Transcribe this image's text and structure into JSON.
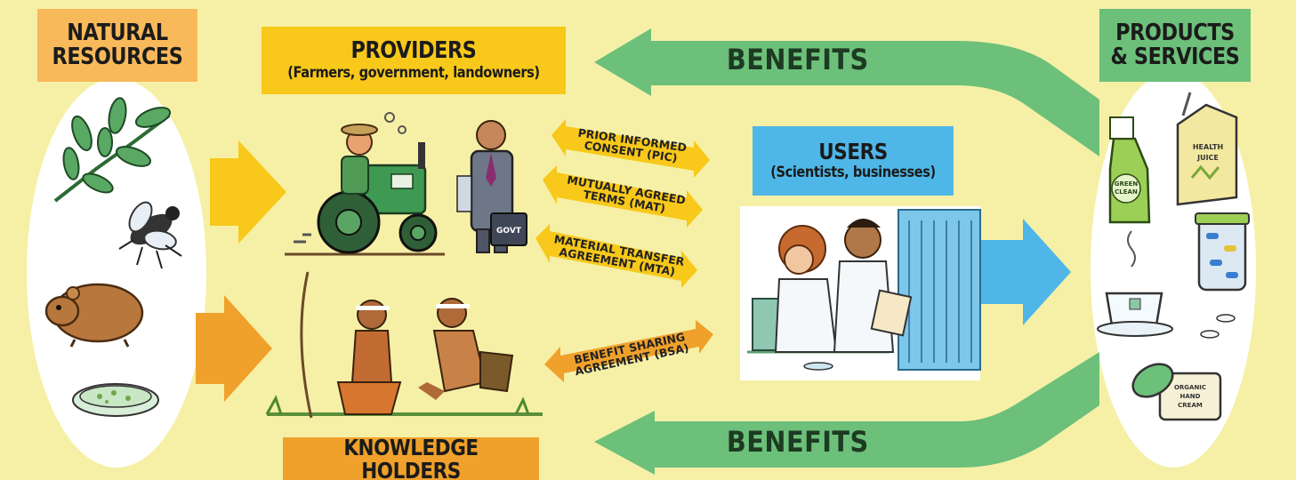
{
  "colors": {
    "background": "#f6f0a6",
    "green": "#6cc07a",
    "yellow": "#f8c81a",
    "orange": "#f0a12b",
    "blue": "#4fb7e8",
    "natural_label_bg": "#f8b95a"
  },
  "natural_resources": {
    "line1": "NATURAL",
    "line2": "RESOURCES",
    "icons": [
      "leaf-branch-icon",
      "fly-icon",
      "rodent-icon",
      "petri-dish-icon"
    ]
  },
  "providers": {
    "title": "PROVIDERS",
    "subtitle": "(Farmers, government, landowners)"
  },
  "knowledge_holders": {
    "title": "KNOWLEDGE HOLDERS"
  },
  "users": {
    "title": "USERS",
    "subtitle": "(Scientists, businesses)"
  },
  "products": {
    "line1": "PRODUCTS",
    "line2": "& SERVICES",
    "icons": [
      "spray-bottle-icon",
      "juice-carton-icon",
      "pill-jar-icon",
      "teacup-icon",
      "cream-jar-icon"
    ]
  },
  "benefits_top": "BENEFITS",
  "benefits_bottom": "BENEFITS",
  "agreements": [
    {
      "line1": "PRIOR INFORMED",
      "line2": "CONSENT (PIC)"
    },
    {
      "line1": "MUTUALLY AGREED",
      "line2": "TERMS (MAT)"
    },
    {
      "line1": "MATERIAL TRANSFER",
      "line2": "AGREEMENT (MTA)"
    },
    {
      "line1": "BENEFIT SHARING",
      "line2": "AGREEMENT (BSA)"
    }
  ],
  "illustration_text": {
    "govt_briefcase": "GOVT",
    "spray_label_1": "GREEN",
    "spray_label_2": "CLEAN",
    "juice_label_1": "HEALTH",
    "juice_label_2": "JUICE",
    "cream_label_1": "ORGANIC",
    "cream_label_2": "HAND",
    "cream_label_3": "CREAM"
  }
}
